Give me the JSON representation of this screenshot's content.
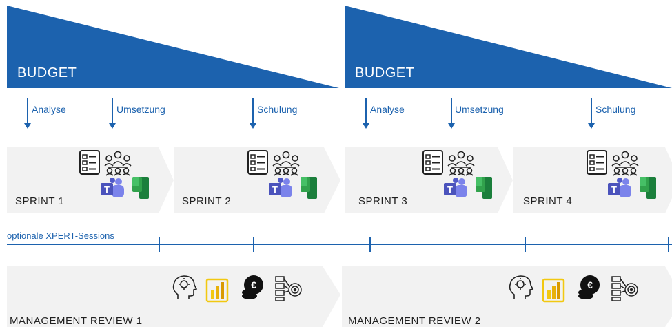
{
  "budget": [
    {
      "label": "BUDGET",
      "phases": [
        "Analyse",
        "Umsetzung",
        "Schulung"
      ]
    },
    {
      "label": "BUDGET",
      "phases": [
        "Analyse",
        "Umsetzung",
        "Schulung"
      ]
    }
  ],
  "sprints": [
    "SPRINT 1",
    "SPRINT 2",
    "SPRINT 3",
    "SPRINT 4"
  ],
  "xpert_label": "optionale XPERT-Sessions",
  "management": [
    "MANAGEMENT REVIEW 1",
    "MANAGEMENT REVIEW 2"
  ],
  "colors": {
    "primary": "#1c62ae",
    "band": "#f2f2f2",
    "teams": "#5059c9",
    "planner": "#31a24c"
  },
  "icons": {
    "sprint": [
      "checklist-icon",
      "team-meeting-icon",
      "teams-icon",
      "planner-icon"
    ],
    "management": [
      "idea-head-icon",
      "power-bi-icon",
      "euro-coins-icon",
      "target-list-icon"
    ]
  }
}
